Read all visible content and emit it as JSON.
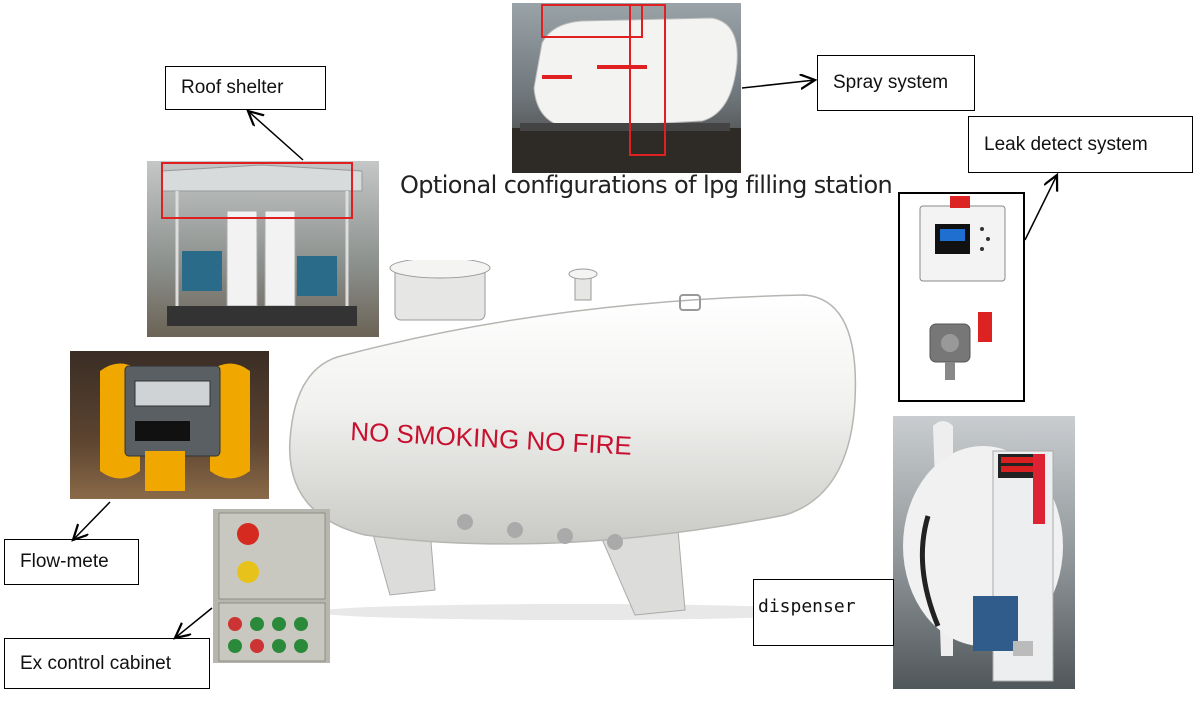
{
  "title": "Optional configurations of lpg filling station",
  "tank_text": "NO SMOKING NO FIRE",
  "labels": {
    "roof_shelter": "Roof shelter",
    "spray_system": "Spray system",
    "leak_detect": "Leak detect system",
    "flow_meter": "Flow-mete",
    "ex_cabinet": "Ex control cabinet",
    "dispenser": "dispenser"
  },
  "colors": {
    "highlight": "#e02020",
    "tank_white": "#f2f2f0",
    "tank_text": "#c8102e",
    "machine_yellow": "#f0a800"
  }
}
